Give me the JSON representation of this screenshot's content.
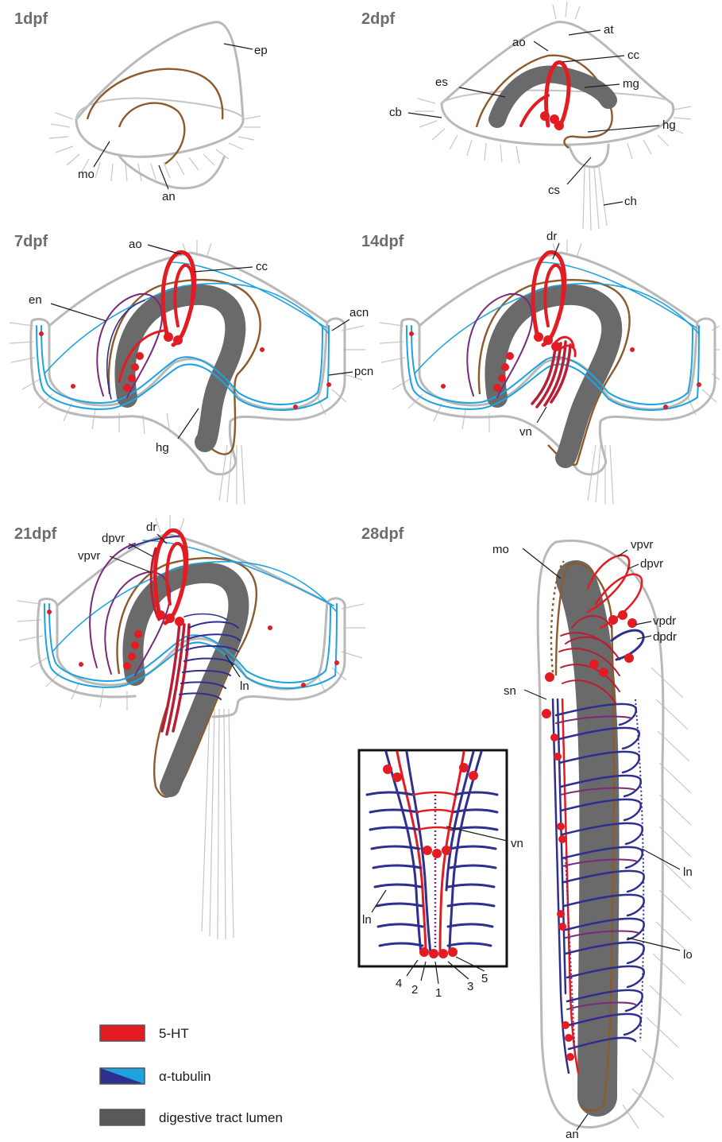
{
  "panels": {
    "p1": {
      "stage": "1dpf",
      "labels": [
        "ep",
        "mo",
        "an"
      ]
    },
    "p2": {
      "stage": "2dpf",
      "labels": [
        "ao",
        "at",
        "cc",
        "es",
        "mg",
        "cb",
        "hg",
        "cs",
        "ch"
      ]
    },
    "p7": {
      "stage": "7dpf",
      "labels": [
        "ao",
        "cc",
        "en",
        "acn",
        "pcn",
        "hg"
      ]
    },
    "p14": {
      "stage": "14dpf",
      "labels": [
        "dr",
        "vn"
      ]
    },
    "p21": {
      "stage": "21dpf",
      "labels": [
        "dpvr",
        "dr",
        "vpvr",
        "ln"
      ]
    },
    "p28": {
      "stage": "28dpf",
      "labels": [
        "vpvr",
        "mo",
        "dpvr",
        "vpdr",
        "dpdr",
        "sn",
        "ln",
        "lo",
        "an"
      ]
    }
  },
  "inset": {
    "labels": [
      "vn",
      "ln"
    ],
    "numbers": [
      "4",
      "2",
      "1",
      "3",
      "5"
    ]
  },
  "legend": [
    {
      "label": "5-HT",
      "color": "#e31b23"
    },
    {
      "label": "α-tubulin",
      "color": "#2f2f8f",
      "color2": "#1ea3e0"
    },
    {
      "label": "digestive tract lumen",
      "color": "#595959"
    }
  ]
}
